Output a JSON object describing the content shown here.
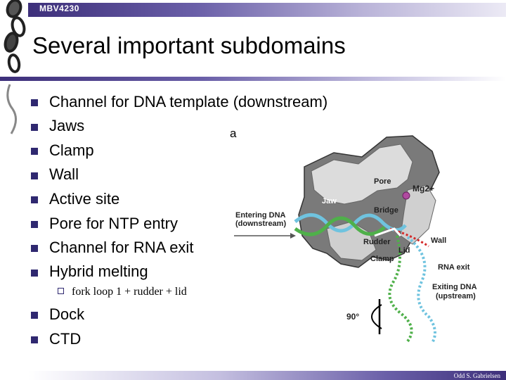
{
  "header": {
    "course_code": "MBV4230"
  },
  "slide": {
    "title": "Several important subdomains"
  },
  "bullets": [
    "Channel for DNA template (downstream)",
    "Jaws",
    "Clamp",
    "Wall",
    "Active site",
    "Pore for NTP entry",
    "Channel for RNA exit",
    "Hybrid melting"
  ],
  "sub_bullet": "fork loop 1 + rudder + lid",
  "bullets_after": [
    "Dock",
    "CTD"
  ],
  "figure": {
    "panel_label": "a",
    "labels": {
      "pore": "Pore",
      "mg": "Mg2+",
      "jaw": "Jaw",
      "bridge": "Bridge",
      "entering_1": "Entering DNA",
      "entering_2": "(downstream)",
      "rudder": "Rudder",
      "lid": "Lid",
      "wall": "Wall",
      "clamp": "Clamp",
      "rna_exit": "RNA exit",
      "exiting_1": "Exiting DNA",
      "exiting_2": "(upstream)",
      "rotation": "90°"
    }
  },
  "footer": {
    "credit": "Odd S. Gabrielsen"
  },
  "colors": {
    "accent": "#3d2f7a",
    "bullet": "#2f2870",
    "dna_cyan": "#6fc3df",
    "dna_green": "#4fb04a",
    "rna_red": "#d42a2a",
    "mg_purple": "#b04aa0"
  }
}
